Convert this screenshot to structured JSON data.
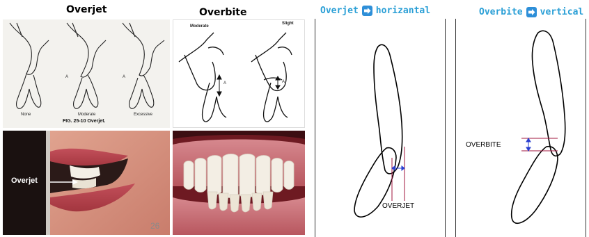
{
  "headings": {
    "overjet": "Overjet",
    "overbite": "Overbite",
    "overjet_horizontal": {
      "left": "Overjet",
      "right": "horizantal"
    },
    "overbite_vertical": {
      "left": "Overbite",
      "right": "vertical"
    }
  },
  "overjet_diagram": {
    "labels": {
      "none": "None",
      "moderate": "Moderate",
      "excessive": "Excessive",
      "a1": "A",
      "a2": "A"
    },
    "caption": "FIG. 25-10  Overjet."
  },
  "overbite_diagram": {
    "labels": {
      "moderate": "Moderate",
      "slight": "Slight",
      "a1": "A",
      "a2": "A"
    }
  },
  "overjet_photo": {
    "label": "Overjet",
    "page_number": "26"
  },
  "overjet_drawing": {
    "label": "OVERJET"
  },
  "overbite_drawing": {
    "label": "OVERBITE"
  },
  "colors": {
    "heading_blue": "#2a9fd6",
    "arrow_box": "#2e8fd8",
    "measure_line": "#a0153e",
    "measure_arrow": "#2a3fd0"
  }
}
